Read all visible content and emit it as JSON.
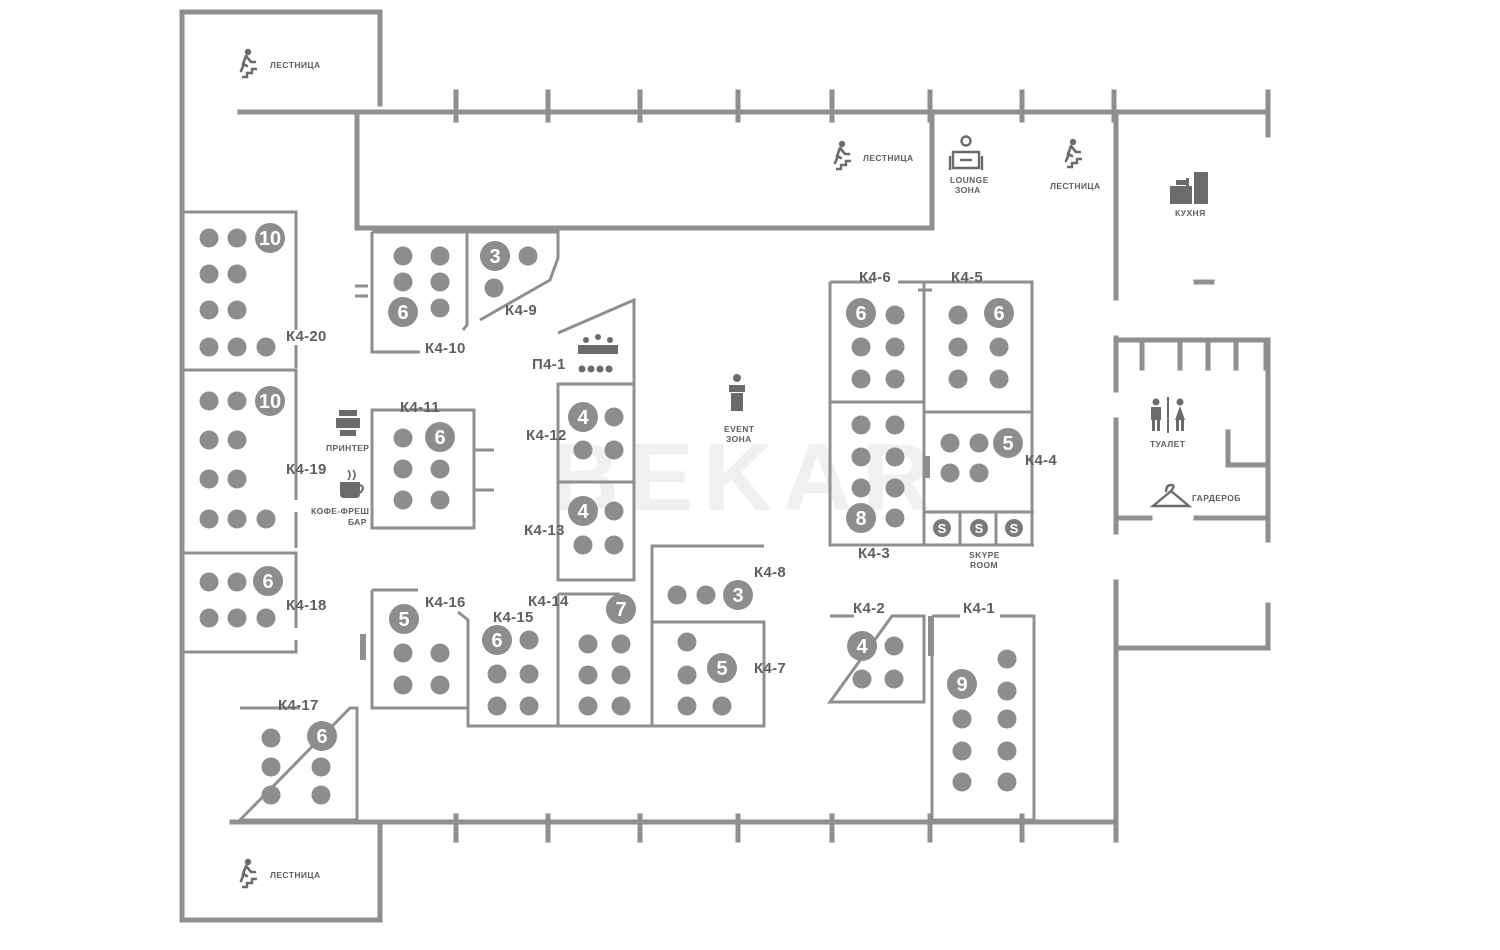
{
  "watermark": "BEKAR",
  "colors": {
    "wall": "#8f8f8f",
    "seat": "#8d8d8d",
    "text": "#5f5f5f",
    "badge_text": "#ffffff"
  },
  "rooms": [
    {
      "id": "K4-1",
      "label": "К4-1",
      "capacity": "9"
    },
    {
      "id": "K4-2",
      "label": "К4-2",
      "capacity": "4"
    },
    {
      "id": "K4-3",
      "label": "К4-3",
      "capacity": "8"
    },
    {
      "id": "K4-4",
      "label": "К4-4",
      "capacity": "5"
    },
    {
      "id": "K4-5",
      "label": "К4-5",
      "capacity": "6"
    },
    {
      "id": "K4-6",
      "label": "К4-6",
      "capacity": "6"
    },
    {
      "id": "K4-7",
      "label": "К4-7",
      "capacity": "5"
    },
    {
      "id": "K4-8",
      "label": "К4-8",
      "capacity": "3"
    },
    {
      "id": "K4-9",
      "label": "К4-9",
      "capacity": "3"
    },
    {
      "id": "K4-10",
      "label": "К4-10",
      "capacity": "6"
    },
    {
      "id": "K4-11",
      "label": "К4-11",
      "capacity": "6"
    },
    {
      "id": "K4-12",
      "label": "К4-12",
      "capacity": "4"
    },
    {
      "id": "K4-13",
      "label": "К4-13",
      "capacity": "4"
    },
    {
      "id": "K4-14",
      "label": "К4-14",
      "capacity": "7"
    },
    {
      "id": "K4-15",
      "label": "К4-15",
      "capacity": "6"
    },
    {
      "id": "K4-16",
      "label": "К4-16",
      "capacity": "5"
    },
    {
      "id": "K4-17",
      "label": "К4-17",
      "capacity": "6"
    },
    {
      "id": "K4-18",
      "label": "К4-18",
      "capacity": "6"
    },
    {
      "id": "K4-19",
      "label": "К4-19",
      "capacity": "10"
    },
    {
      "id": "K4-20",
      "label": "К4-20",
      "capacity": "10"
    }
  ],
  "meeting_room": {
    "label": "П4-1"
  },
  "amenities": {
    "stairs_top": "ЛЕСТНИЦА",
    "stairs_mid": "ЛЕСТНИЦА",
    "stairs_right": "ЛЕСТНИЦА",
    "stairs_bottom": "ЛЕСТНИЦА",
    "lounge_1": "LOUNGE",
    "lounge_2": "ЗОНА",
    "event_1": "EVENT",
    "event_2": "ЗОНА",
    "kitchen": "КУХНЯ",
    "toilet": "ТУАЛЕТ",
    "wardrobe": "ГАРДЕРОБ",
    "printer": "ПРИНТЕР",
    "coffee_1": "КОФЕ-ФРЕШ",
    "coffee_2": "БАР",
    "skype_1": "SKYPE",
    "skype_2": "ROOM",
    "skype_icon": "S"
  },
  "icons": [
    "stairs-icon",
    "lounge-icon",
    "kitchen-icon",
    "toilet-icon",
    "wardrobe-icon",
    "printer-icon",
    "coffee-icon",
    "speaker-icon",
    "meeting-table-icon",
    "skype-icon"
  ]
}
